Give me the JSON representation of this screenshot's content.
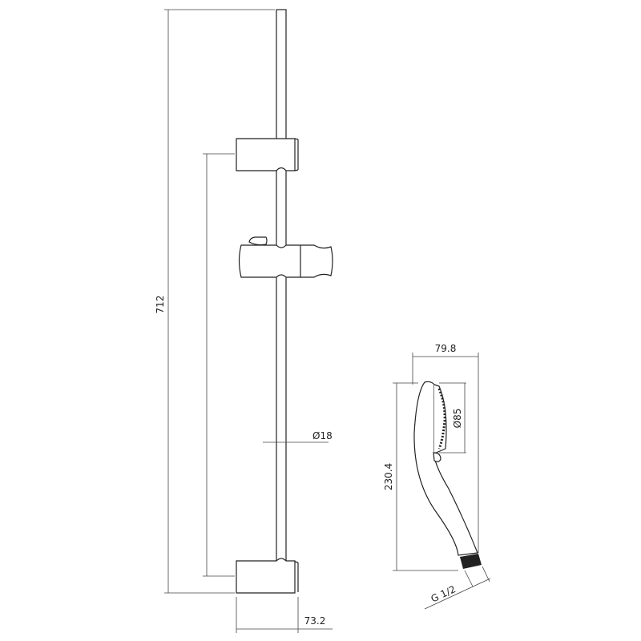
{
  "dimensions": {
    "total_height": "712",
    "rail_diameter": "Ø18",
    "bracket_depth": "73.2",
    "head_width": "79.8",
    "head_diameter": "Ø85",
    "hand_shower_length": "230.4",
    "thread": "G 1/2"
  },
  "colors": {
    "line": "#222222",
    "background": "#ffffff"
  }
}
